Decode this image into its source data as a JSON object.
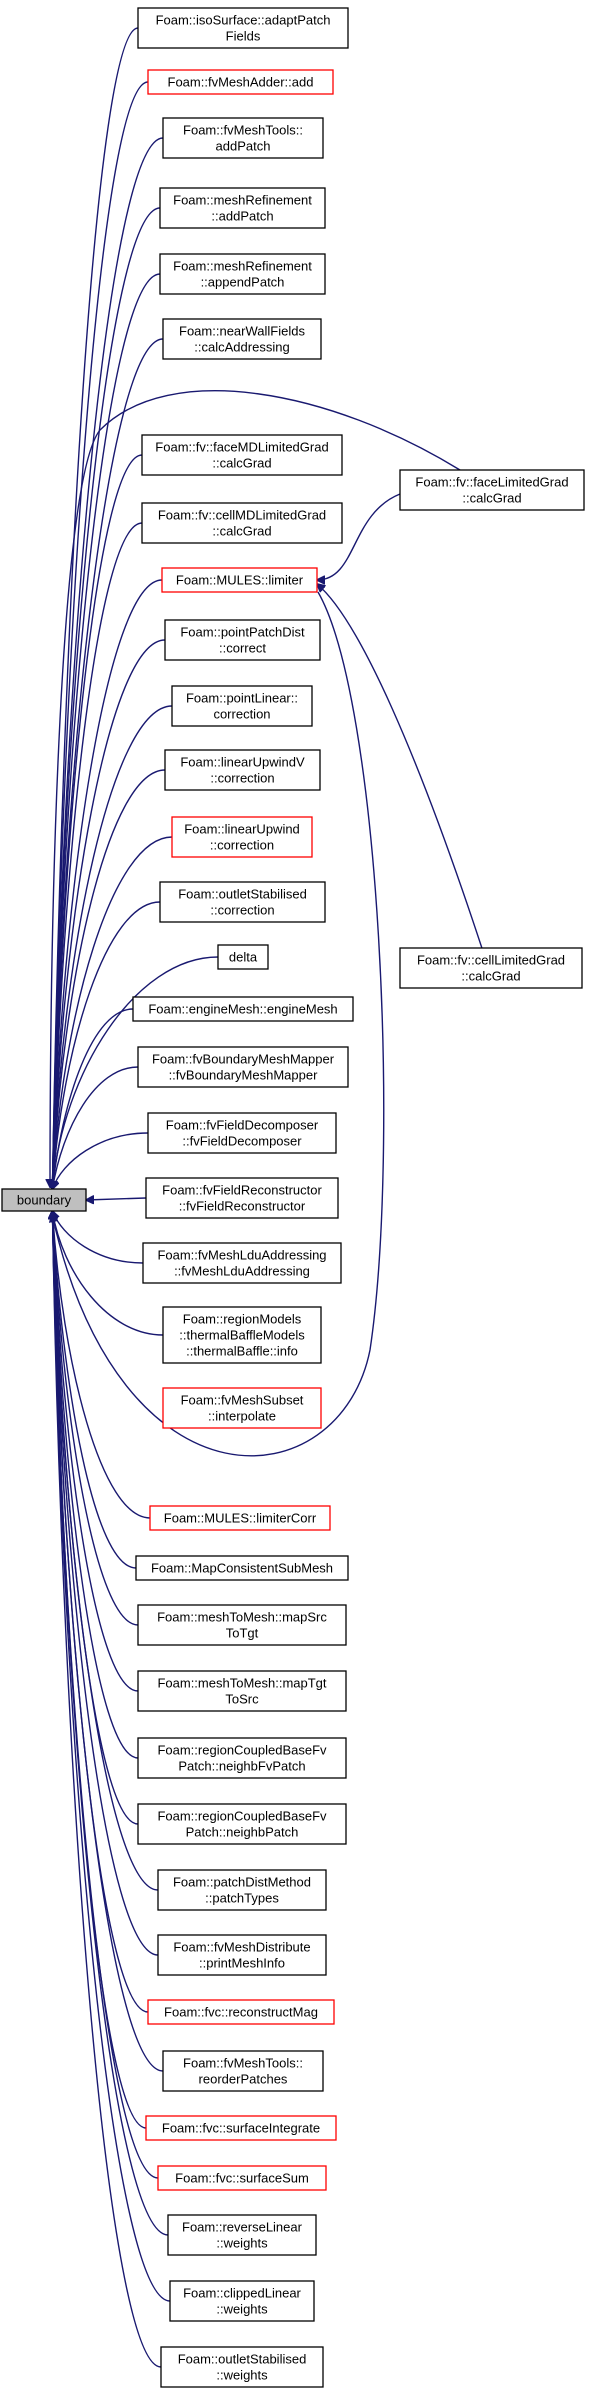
{
  "root": {
    "id": "boundary",
    "label": [
      "boundary"
    ]
  },
  "colors": {
    "edge": "#191970",
    "black_border": "#000000",
    "red_border": "#ff0000",
    "root_fill": "#bfbfbf"
  },
  "nodes": [
    {
      "id": "isoSurface-adaptPatchFields",
      "label": [
        "Foam::isoSurface::adaptPatch",
        "Fields"
      ],
      "border": "black"
    },
    {
      "id": "fvMeshAdder-add",
      "label": [
        "Foam::fvMeshAdder::add"
      ],
      "border": "red"
    },
    {
      "id": "fvMeshTools-addPatch",
      "label": [
        "Foam::fvMeshTools::",
        "addPatch"
      ],
      "border": "black"
    },
    {
      "id": "meshRefinement-addPatch",
      "label": [
        "Foam::meshRefinement",
        "::addPatch"
      ],
      "border": "black"
    },
    {
      "id": "meshRefinement-appendPatch",
      "label": [
        "Foam::meshRefinement",
        "::appendPatch"
      ],
      "border": "black"
    },
    {
      "id": "nearWallFields-calcAddressing",
      "label": [
        "Foam::nearWallFields",
        "::calcAddressing"
      ],
      "border": "black"
    },
    {
      "id": "faceMDLimitedGrad-calcGrad",
      "label": [
        "Foam::fv::faceMDLimitedGrad",
        "::calcGrad"
      ],
      "border": "black"
    },
    {
      "id": "cellMDLimitedGrad-calcGrad",
      "label": [
        "Foam::fv::cellMDLimitedGrad",
        "::calcGrad"
      ],
      "border": "black"
    },
    {
      "id": "MULES-limiter",
      "label": [
        "Foam::MULES::limiter"
      ],
      "border": "red"
    },
    {
      "id": "pointPatchDist-correct",
      "label": [
        "Foam::pointPatchDist",
        "::correct"
      ],
      "border": "black"
    },
    {
      "id": "pointLinear-correction",
      "label": [
        "Foam::pointLinear::",
        "correction"
      ],
      "border": "black"
    },
    {
      "id": "linearUpwindV-correction",
      "label": [
        "Foam::linearUpwindV",
        "::correction"
      ],
      "border": "black"
    },
    {
      "id": "linearUpwind-correction",
      "label": [
        "Foam::linearUpwind",
        "::correction"
      ],
      "border": "red"
    },
    {
      "id": "outletStabilised-correction",
      "label": [
        "Foam::outletStabilised",
        "::correction"
      ],
      "border": "black"
    },
    {
      "id": "delta",
      "label": [
        "delta"
      ],
      "border": "black"
    },
    {
      "id": "engineMesh-engineMesh",
      "label": [
        "Foam::engineMesh::engineMesh"
      ],
      "border": "black"
    },
    {
      "id": "fvBoundaryMeshMapper",
      "label": [
        "Foam::fvBoundaryMeshMapper",
        "::fvBoundaryMeshMapper"
      ],
      "border": "black"
    },
    {
      "id": "fvFieldDecomposer",
      "label": [
        "Foam::fvFieldDecomposer",
        "::fvFieldDecomposer"
      ],
      "border": "black"
    },
    {
      "id": "fvFieldReconstructor",
      "label": [
        "Foam::fvFieldReconstructor",
        "::fvFieldReconstructor"
      ],
      "border": "black"
    },
    {
      "id": "fvMeshLduAddressing",
      "label": [
        "Foam::fvMeshLduAddressing",
        "::fvMeshLduAddressing"
      ],
      "border": "black"
    },
    {
      "id": "thermalBaffle-info",
      "label": [
        "Foam::regionModels",
        "::thermalBaffleModels",
        "::thermalBaffle::info"
      ],
      "border": "black"
    },
    {
      "id": "fvMeshSubset-interpolate",
      "label": [
        "Foam::fvMeshSubset",
        "::interpolate"
      ],
      "border": "red"
    },
    {
      "id": "MULES-limiterCorr",
      "label": [
        "Foam::MULES::limiterCorr"
      ],
      "border": "red"
    },
    {
      "id": "MapConsistentSubMesh",
      "label": [
        "Foam::MapConsistentSubMesh"
      ],
      "border": "black"
    },
    {
      "id": "meshToMesh-mapSrcToTgt",
      "label": [
        "Foam::meshToMesh::mapSrc",
        "ToTgt"
      ],
      "border": "black"
    },
    {
      "id": "meshToMesh-mapTgtToSrc",
      "label": [
        "Foam::meshToMesh::mapTgt",
        "ToSrc"
      ],
      "border": "black"
    },
    {
      "id": "regionCoupled-neighbFvPatch",
      "label": [
        "Foam::regionCoupledBaseFv",
        "Patch::neighbFvPatch"
      ],
      "border": "black"
    },
    {
      "id": "regionCoupled-neighbPatch",
      "label": [
        "Foam::regionCoupledBaseFv",
        "Patch::neighbPatch"
      ],
      "border": "black"
    },
    {
      "id": "patchDistMethod-patchTypes",
      "label": [
        "Foam::patchDistMethod",
        "::patchTypes"
      ],
      "border": "black"
    },
    {
      "id": "fvMeshDistribute-printMeshInfo",
      "label": [
        "Foam::fvMeshDistribute",
        "::printMeshInfo"
      ],
      "border": "black"
    },
    {
      "id": "fvc-reconstructMag",
      "label": [
        "Foam::fvc::reconstructMag"
      ],
      "border": "red"
    },
    {
      "id": "fvMeshTools-reorderPatches",
      "label": [
        "Foam::fvMeshTools::",
        "reorderPatches"
      ],
      "border": "black"
    },
    {
      "id": "fvc-surfaceIntegrate",
      "label": [
        "Foam::fvc::surfaceIntegrate"
      ],
      "border": "red"
    },
    {
      "id": "fvc-surfaceSum",
      "label": [
        "Foam::fvc::surfaceSum"
      ],
      "border": "red"
    },
    {
      "id": "reverseLinear-weights",
      "label": [
        "Foam::reverseLinear",
        "::weights"
      ],
      "border": "black"
    },
    {
      "id": "clippedLinear-weights",
      "label": [
        "Foam::clippedLinear",
        "::weights"
      ],
      "border": "black"
    },
    {
      "id": "outletStabilised-weights",
      "label": [
        "Foam::outletStabilised",
        "::weights"
      ],
      "border": "black"
    },
    {
      "id": "faceLimitedGrad-calcGrad",
      "label": [
        "Foam::fv::faceLimitedGrad",
        "::calcGrad"
      ],
      "border": "black"
    },
    {
      "id": "cellLimitedGrad-calcGrad",
      "label": [
        "Foam::fv::cellLimitedGrad",
        "::calcGrad"
      ],
      "border": "black"
    }
  ],
  "edges": [
    {
      "from": "isoSurface-adaptPatchFields",
      "to": "boundary"
    },
    {
      "from": "fvMeshAdder-add",
      "to": "boundary"
    },
    {
      "from": "fvMeshTools-addPatch",
      "to": "boundary"
    },
    {
      "from": "meshRefinement-addPatch",
      "to": "boundary"
    },
    {
      "from": "meshRefinement-appendPatch",
      "to": "boundary"
    },
    {
      "from": "nearWallFields-calcAddressing",
      "to": "boundary"
    },
    {
      "from": "faceLimitedGrad-calcGrad",
      "to": "boundary"
    },
    {
      "from": "faceMDLimitedGrad-calcGrad",
      "to": "boundary"
    },
    {
      "from": "cellMDLimitedGrad-calcGrad",
      "to": "boundary"
    },
    {
      "from": "MULES-limiter",
      "to": "boundary"
    },
    {
      "from": "pointPatchDist-correct",
      "to": "boundary"
    },
    {
      "from": "pointLinear-correction",
      "to": "boundary"
    },
    {
      "from": "linearUpwindV-correction",
      "to": "boundary"
    },
    {
      "from": "linearUpwind-correction",
      "to": "boundary"
    },
    {
      "from": "outletStabilised-correction",
      "to": "boundary"
    },
    {
      "from": "delta",
      "to": "boundary"
    },
    {
      "from": "engineMesh-engineMesh",
      "to": "boundary"
    },
    {
      "from": "fvBoundaryMeshMapper",
      "to": "boundary"
    },
    {
      "from": "fvFieldDecomposer",
      "to": "boundary"
    },
    {
      "from": "fvFieldReconstructor",
      "to": "boundary"
    },
    {
      "from": "fvMeshLduAddressing",
      "to": "boundary"
    },
    {
      "from": "thermalBaffle-info",
      "to": "boundary"
    },
    {
      "from": "fvMeshSubset-interpolate",
      "to": "boundary"
    },
    {
      "from": "MULES-limiterCorr",
      "to": "boundary"
    },
    {
      "from": "MapConsistentSubMesh",
      "to": "boundary"
    },
    {
      "from": "meshToMesh-mapSrcToTgt",
      "to": "boundary"
    },
    {
      "from": "meshToMesh-mapTgtToSrc",
      "to": "boundary"
    },
    {
      "from": "regionCoupled-neighbFvPatch",
      "to": "boundary"
    },
    {
      "from": "regionCoupled-neighbPatch",
      "to": "boundary"
    },
    {
      "from": "patchDistMethod-patchTypes",
      "to": "boundary"
    },
    {
      "from": "fvMeshDistribute-printMeshInfo",
      "to": "boundary"
    },
    {
      "from": "fvc-reconstructMag",
      "to": "boundary"
    },
    {
      "from": "fvMeshTools-reorderPatches",
      "to": "boundary"
    },
    {
      "from": "fvc-surfaceIntegrate",
      "to": "boundary"
    },
    {
      "from": "fvc-surfaceSum",
      "to": "boundary"
    },
    {
      "from": "reverseLinear-weights",
      "to": "boundary"
    },
    {
      "from": "clippedLinear-weights",
      "to": "boundary"
    },
    {
      "from": "outletStabilised-weights",
      "to": "boundary"
    },
    {
      "from": "faceLimitedGrad-calcGrad",
      "to": "MULES-limiter"
    },
    {
      "from": "cellLimitedGrad-calcGrad",
      "to": "MULES-limiter"
    }
  ]
}
